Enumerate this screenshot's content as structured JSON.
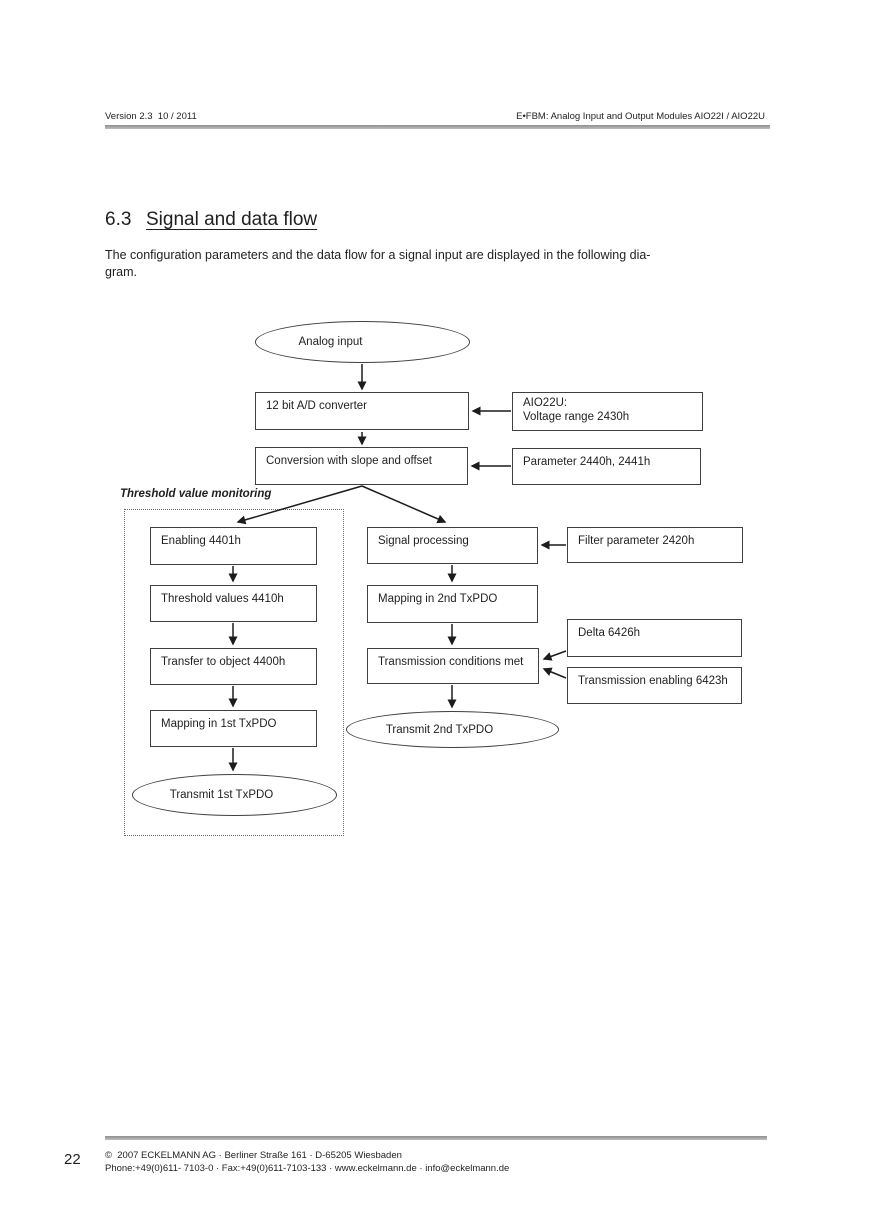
{
  "header": {
    "version": "Version 2.3  10 / 2011",
    "product": "E•FBM: Analog Input and Output Modules AIO22I / AIO22U"
  },
  "section": {
    "number": "6.3",
    "title": "Signal and data flow"
  },
  "intro": {
    "lines": [
      "The configuration parameters and the data flow for a signal input are displayed in the following dia-",
      "gram."
    ]
  },
  "diagram": {
    "group_label": "Threshold value monitoring",
    "nodes": {
      "analog_input": "Analog input",
      "ad_converter": "12 bit A/D converter",
      "aio22u": {
        "line1": "AIO22U:",
        "line2": "Voltage range 2430h"
      },
      "conversion": "Conversion with slope and offset",
      "parameter": "Parameter 2440h, 2441h",
      "enabling": "Enabling 4401h",
      "threshold_values": "Threshold values 4410h",
      "transfer_object": "Transfer to object 4400h",
      "mapping_1st": "Mapping in 1st TxPDO",
      "transmit_1st": "Transmit 1st TxPDO",
      "signal_processing": "Signal processing",
      "filter_parameter": "Filter parameter 2420h",
      "mapping_2nd": "Mapping in 2nd TxPDO",
      "transmission_conditions": "Transmission conditions met",
      "delta": "Delta 6426h",
      "transmission_enabling": "Transmission enabling 6423h",
      "transmit_2nd": "Transmit 2nd TxPDO"
    }
  },
  "footer": {
    "page_number": "22",
    "address": "©  2007 ECKELMANN AG · Berliner Straße 161 · D-65205 Wiesbaden",
    "contact": "Phone:+49(0)611- 7103-0 · Fax:+49(0)611-7103-133 · www.eckelmann.de · info@eckelmann.de"
  },
  "colors": {
    "rule": "#9a9a9a",
    "node_border": "#3f3f3f",
    "arrow": "#1c1c1c"
  }
}
